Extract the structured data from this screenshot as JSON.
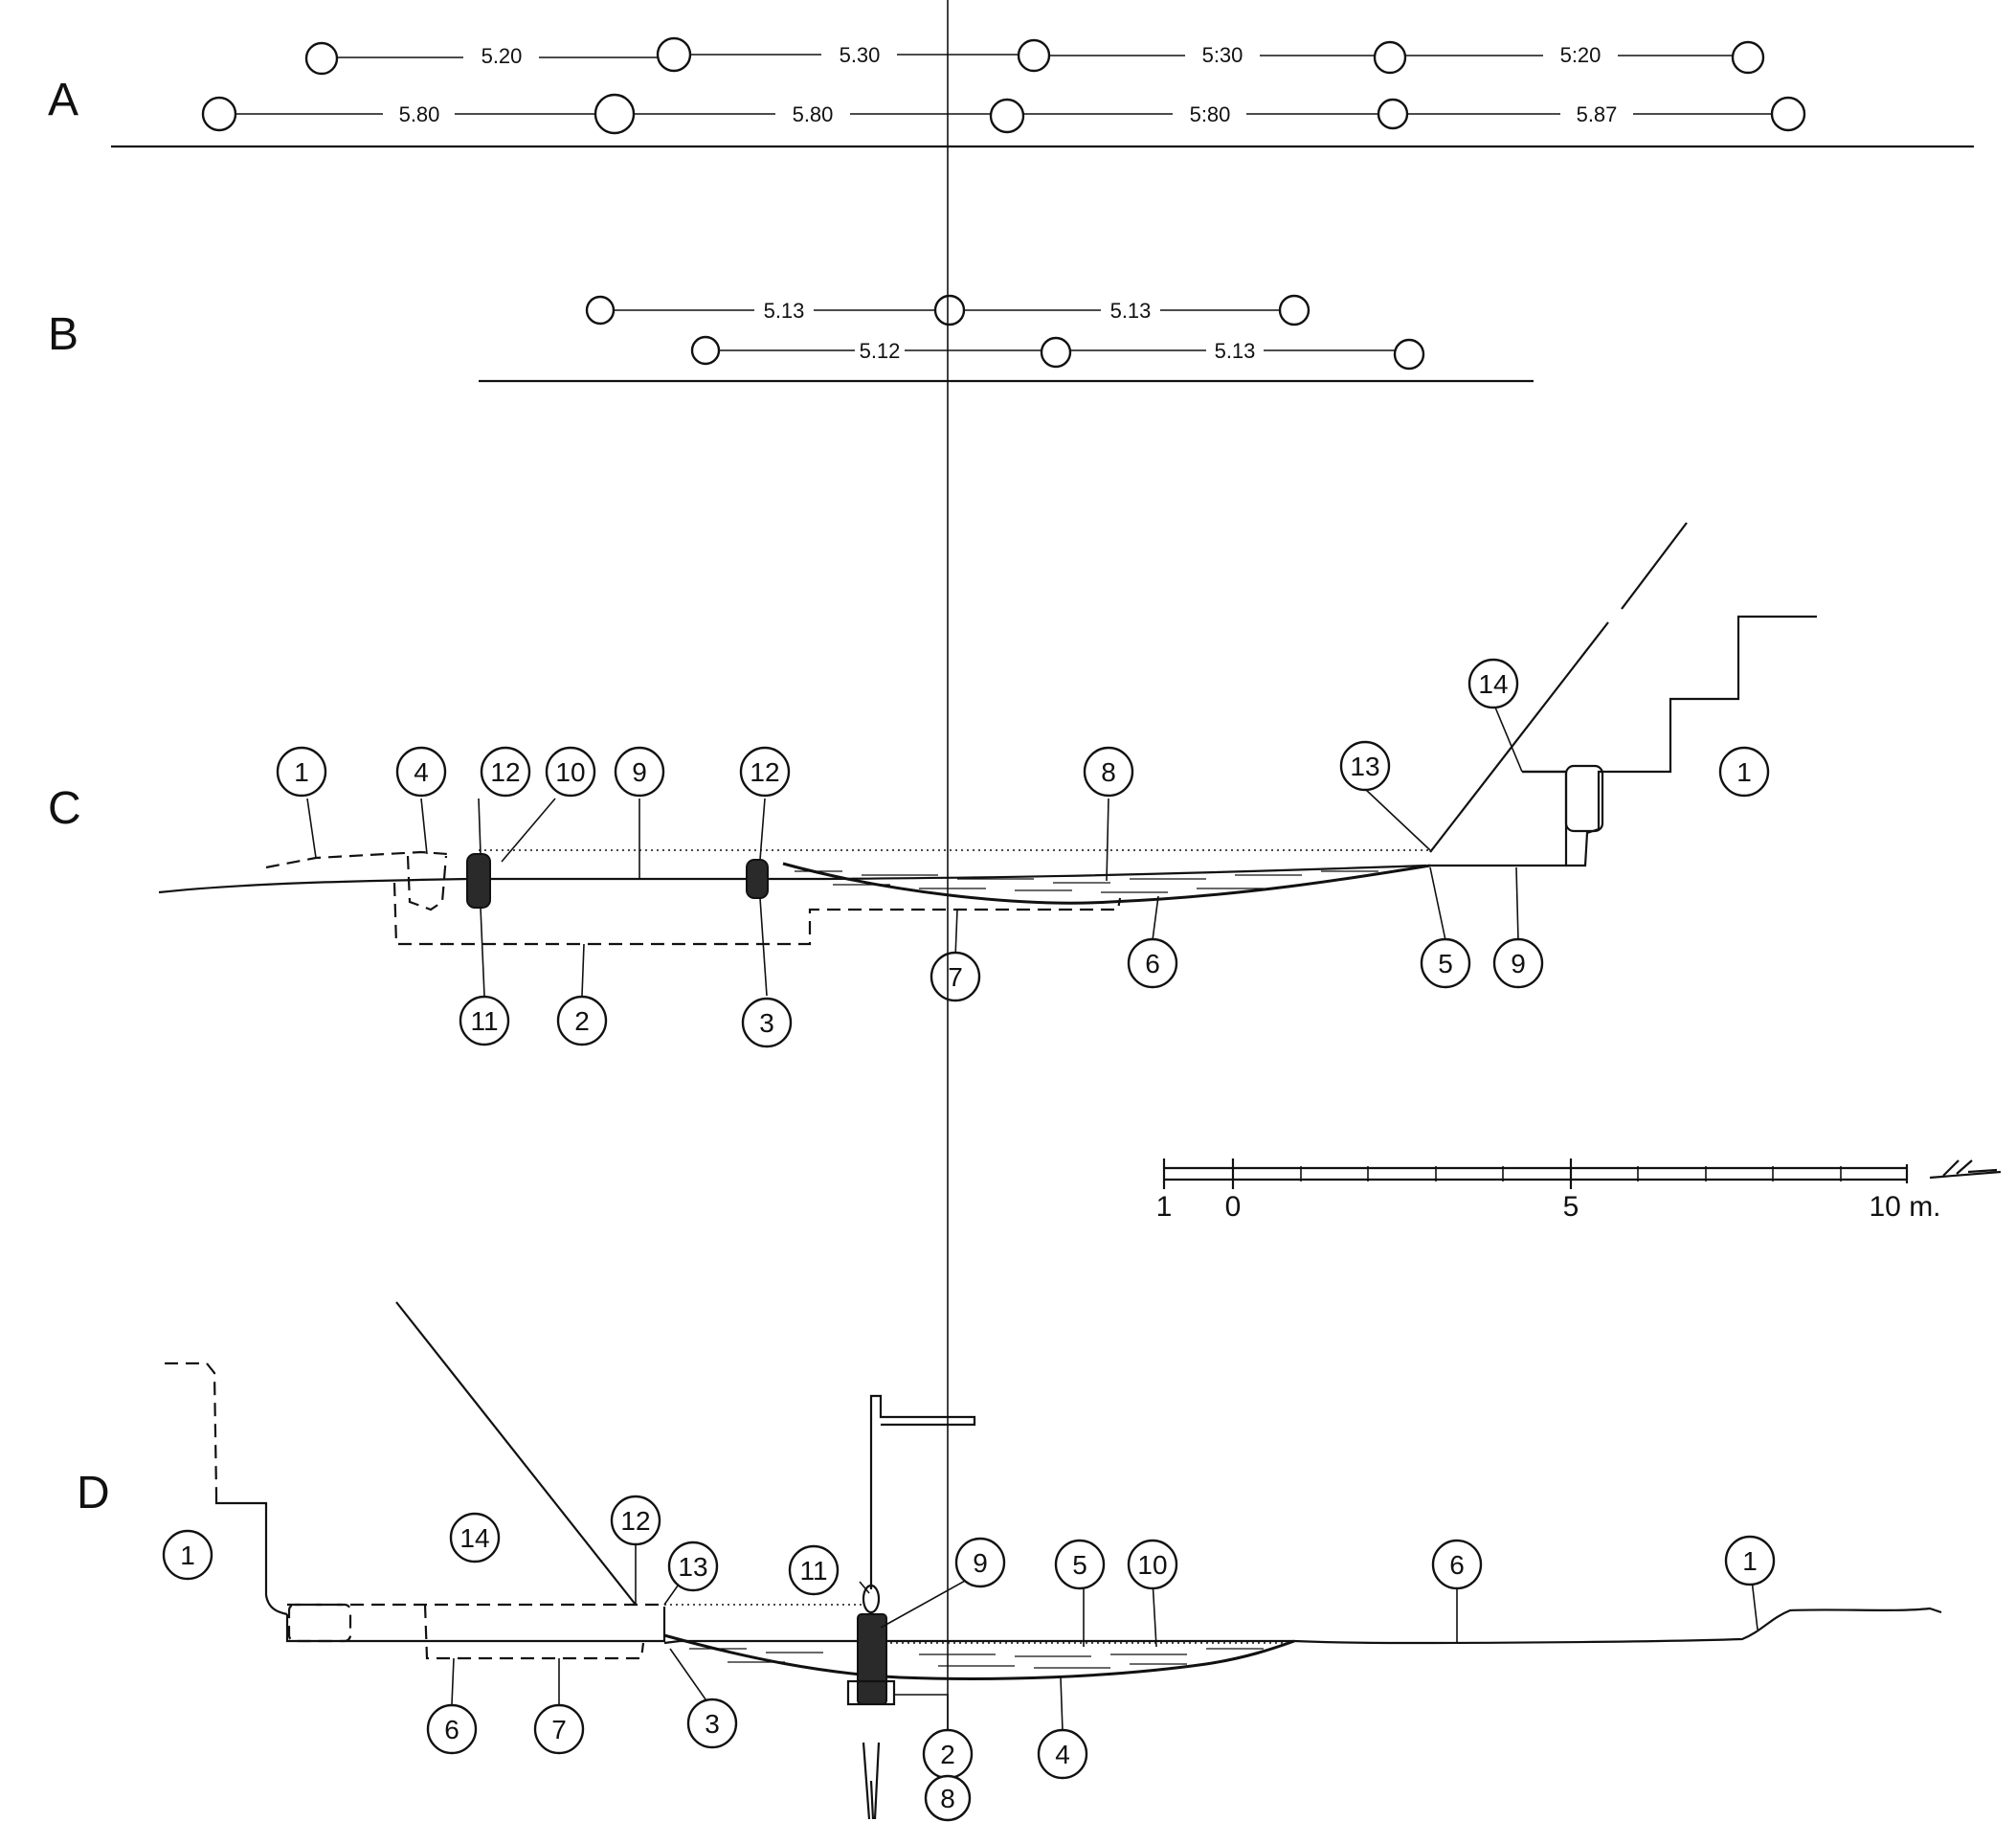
{
  "sections": [
    {
      "id": "A",
      "label": "A"
    },
    {
      "id": "B",
      "label": "B"
    },
    {
      "id": "C",
      "label": "C"
    },
    {
      "id": "D",
      "label": "D"
    }
  ],
  "plan_A": {
    "row_top": [
      "5.20",
      "5.30",
      "5:30",
      "5:20"
    ],
    "row_bottom": [
      "5.80",
      "5.80",
      "5:80",
      "5.87"
    ]
  },
  "plan_B": {
    "row_top": [
      "5.13",
      "5.13"
    ],
    "row_bottom": [
      "5.12",
      "5.13"
    ]
  },
  "section_C": {
    "callouts": [
      "1",
      "4",
      "12",
      "10",
      "9",
      "12",
      "8",
      "13",
      "14",
      "1",
      "11",
      "2",
      "3",
      "7",
      "6",
      "5",
      "9"
    ]
  },
  "section_D": {
    "callouts": [
      "1",
      "14",
      "12",
      "13",
      "11",
      "9",
      "5",
      "10",
      "6",
      "1",
      "6",
      "7",
      "3",
      "2",
      "8",
      "4"
    ]
  },
  "scale": {
    "labels": [
      "1",
      "0",
      "5",
      "10 m."
    ]
  }
}
